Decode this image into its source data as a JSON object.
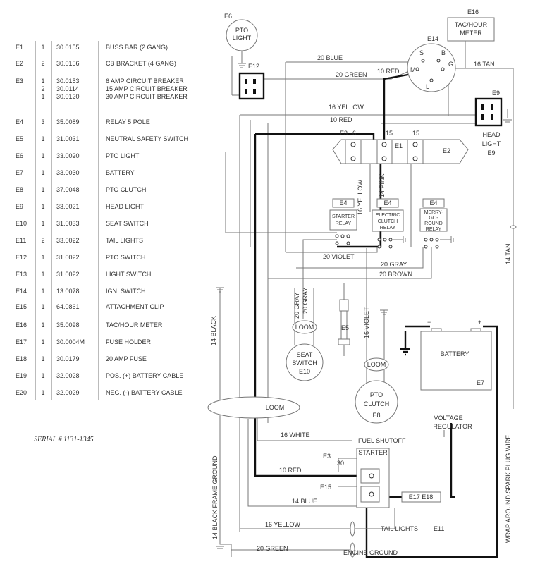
{
  "parts_list": [
    {
      "ref": "E1",
      "qty": "1",
      "part": "30.0155",
      "desc": "BUSS BAR  (2 GANG)"
    },
    {
      "ref": "E2",
      "qty": "2",
      "part": "30.0156",
      "desc": "CB BRACKET  (4 GANG)"
    },
    {
      "ref": "E3",
      "qty": "1",
      "part": "30.0153",
      "desc": "6 AMP CIRCUIT BREAKER"
    },
    {
      "ref": "",
      "qty": "2",
      "part": "30.0114",
      "desc": "15 AMP CIRCUIT BREAKER"
    },
    {
      "ref": "",
      "qty": "1",
      "part": "30.0120",
      "desc": "30 AMP CIRCUIT BREAKER"
    },
    {
      "ref": "E4",
      "qty": "3",
      "part": "35.0089",
      "desc": "RELAY  5 POLE"
    },
    {
      "ref": "E5",
      "qty": "1",
      "part": "31.0031",
      "desc": "NEUTRAL SAFETY SWITCH"
    },
    {
      "ref": "E6",
      "qty": "1",
      "part": "33.0020",
      "desc": "PTO LIGHT"
    },
    {
      "ref": "E7",
      "qty": "1",
      "part": "33.0030",
      "desc": "BATTERY"
    },
    {
      "ref": "E8",
      "qty": "1",
      "part": "37.0048",
      "desc": "PTO CLUTCH"
    },
    {
      "ref": "E9",
      "qty": "1",
      "part": "33.0021",
      "desc": "HEAD LIGHT"
    },
    {
      "ref": "E10",
      "qty": "1",
      "part": "31.0033",
      "desc": "SEAT SWITCH"
    },
    {
      "ref": "E11",
      "qty": "2",
      "part": "33.0022",
      "desc": "TAIL LIGHTS"
    },
    {
      "ref": "E12",
      "qty": "1",
      "part": "31.0022",
      "desc": "PTO SWITCH"
    },
    {
      "ref": "E13",
      "qty": "1",
      "part": "31.0022",
      "desc": "LIGHT SWITCH"
    },
    {
      "ref": "E14",
      "qty": "1",
      "part": "13.0078",
      "desc": "IGN. SWITCH"
    },
    {
      "ref": "E15",
      "qty": "1",
      "part": "64.0861",
      "desc": "ATTACHMENT CLIP"
    },
    {
      "ref": "E16",
      "qty": "1",
      "part": "35.0098",
      "desc": "TAC/HOUR METER"
    },
    {
      "ref": "E17",
      "qty": "1",
      "part": "30.0004M",
      "desc": "FUSE HOLDER"
    },
    {
      "ref": "E18",
      "qty": "1",
      "part": "30.0179",
      "desc": "20 AMP FUSE"
    },
    {
      "ref": "E19",
      "qty": "1",
      "part": "32.0028",
      "desc": "POS. (+) BATTERY CABLE"
    },
    {
      "ref": "E20",
      "qty": "1",
      "part": "32.0029",
      "desc": "NEG. (-) BATTERY CABLE"
    }
  ],
  "serial": "SERIAL # 1131-1345",
  "components": {
    "e6": "E6",
    "pto_light": [
      "PTO",
      "LIGHT"
    ],
    "e12": "E12",
    "e16": "E16",
    "tac_meter": [
      "TAC/HOUR",
      "METER"
    ],
    "e14": "E14",
    "ign_s": "S",
    "ign_b": "B",
    "ign_g": "G",
    "ign_m": "M",
    "ign_l": "L",
    "e9": "E9",
    "head_light": [
      "HEAD",
      "LIGHT",
      "E9"
    ],
    "e3_top": "E3",
    "cb_6": "6",
    "cb_15a": "15",
    "cb_15b": "15",
    "e1": "E1",
    "e2": "E2",
    "relay_tag": "E4",
    "starter_relay": [
      "STARTER",
      "RELAY"
    ],
    "clutch_relay": [
      "ELECTRIC",
      "CLUTCH",
      "RELAY"
    ],
    "merry_relay": [
      "MERRY-",
      "GO-",
      "ROUND",
      "RELAY"
    ],
    "loom": "LOOM",
    "e5": "E5",
    "seat_switch": [
      "SEAT",
      "SWITCH",
      "E10"
    ],
    "pto_clutch": [
      "PTO",
      "CLUTCH",
      "E8"
    ],
    "battery": "BATTERY",
    "e7": "E7",
    "plus": "+",
    "minus": "−",
    "voltage_reg": [
      "VOLTAGE",
      "REGULATOR"
    ],
    "e3_bottom": "E3",
    "e3_30": "30",
    "starter": "STARTER",
    "e15": "E15",
    "fuse": "E17  E18",
    "tail_lights": "TAIL LIGHTS",
    "e11": "E11",
    "engine_ground": "ENGINE GROUND",
    "fuel_shutoff": "FUEL SHUTOFF"
  },
  "wire_labels": {
    "blue_20": "20 BLUE",
    "green_20_top": "20 GREEN",
    "red_10_top": "10 RED",
    "tan_16": "16 TAN",
    "yellow_16_top": "16 YELLOW",
    "red_10_mid": "10 RED",
    "yellow_16_vert": "16 YELLOW",
    "pink_14": "14 PINK",
    "violet_20": "20 VIOLET",
    "gray_20_h": "20 GRAY",
    "brown_20": "20 BROWN",
    "gray_20_v1": "20 GRAY",
    "gray_20_v2": "20 GRAY",
    "violet_16": "16 VIOLET",
    "black_14": "14 BLACK",
    "tan_14": "14 TAN",
    "white_16": "16 WHITE",
    "red_10_bottom": "10 RED",
    "blue_14": "14 BLUE",
    "yellow_16_bottom": "16 YELLOW",
    "green_20_bottom": "20 GREEN",
    "frame_ground": "14 BLACK  FRAME GROUND",
    "spark_plug": "WRAP AROUND SPARK PLUG WIRE"
  }
}
